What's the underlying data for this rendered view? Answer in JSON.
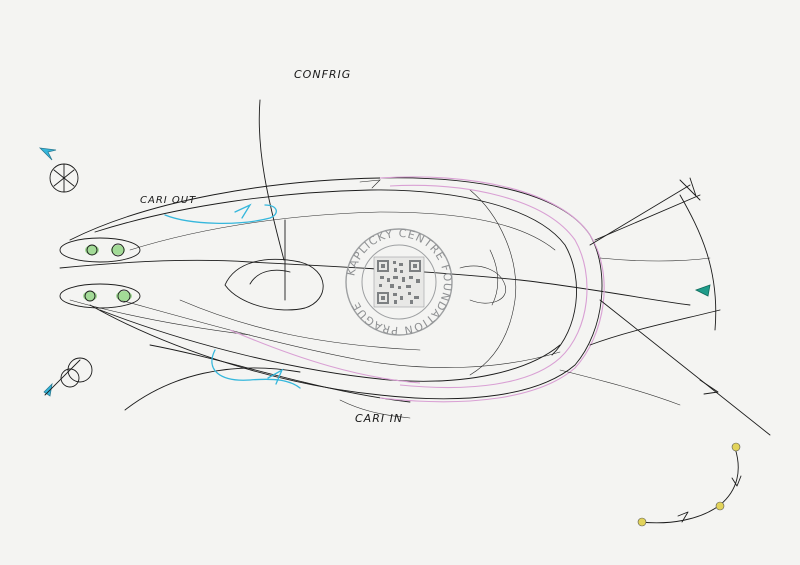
{
  "labels": {
    "top": "CONFRIG",
    "upper_left": "CARI OUT",
    "lower_right": "CARI IN"
  },
  "stamp": {
    "ring_text": "KAPLICKY CENTRE FOUNDATION PRAGUE"
  },
  "colors": {
    "paper": "#f4f4f2",
    "ink": "#1c1c1c",
    "pink": "#d9a0d4",
    "cyan": "#35b7dc",
    "green": "#8fd47f",
    "teal_arrow": "#1f9c8a",
    "yellow": "#e2d35a",
    "stamp": "#9ea0a2"
  }
}
